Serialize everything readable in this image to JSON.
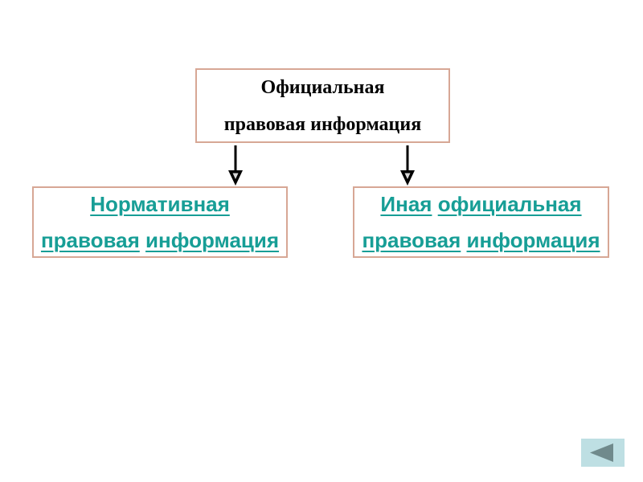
{
  "slide": {
    "background_color": "#FFFFFF",
    "diagram": {
      "root_box": {
        "line1": "Официальная",
        "line2": "правовая информация",
        "text_color": "#000000",
        "border_color": "#D7A795"
      },
      "child_boxes": [
        {
          "id": "normative",
          "line1": "Нормативная",
          "line2": "правовая информация",
          "link_color": "#179E96",
          "border_color": "#D7A795"
        },
        {
          "id": "other-official",
          "line1": "Иная официальная",
          "line2": "правовая информация",
          "link_color": "#179E96",
          "border_color": "#D7A795"
        }
      ],
      "arrow_color": "#000000"
    },
    "nav": {
      "back_button": {
        "icon": "back-triangle-icon",
        "glyph": "◀",
        "bg_color": "#BEDFE3",
        "icon_color": "#708A8C"
      }
    }
  }
}
